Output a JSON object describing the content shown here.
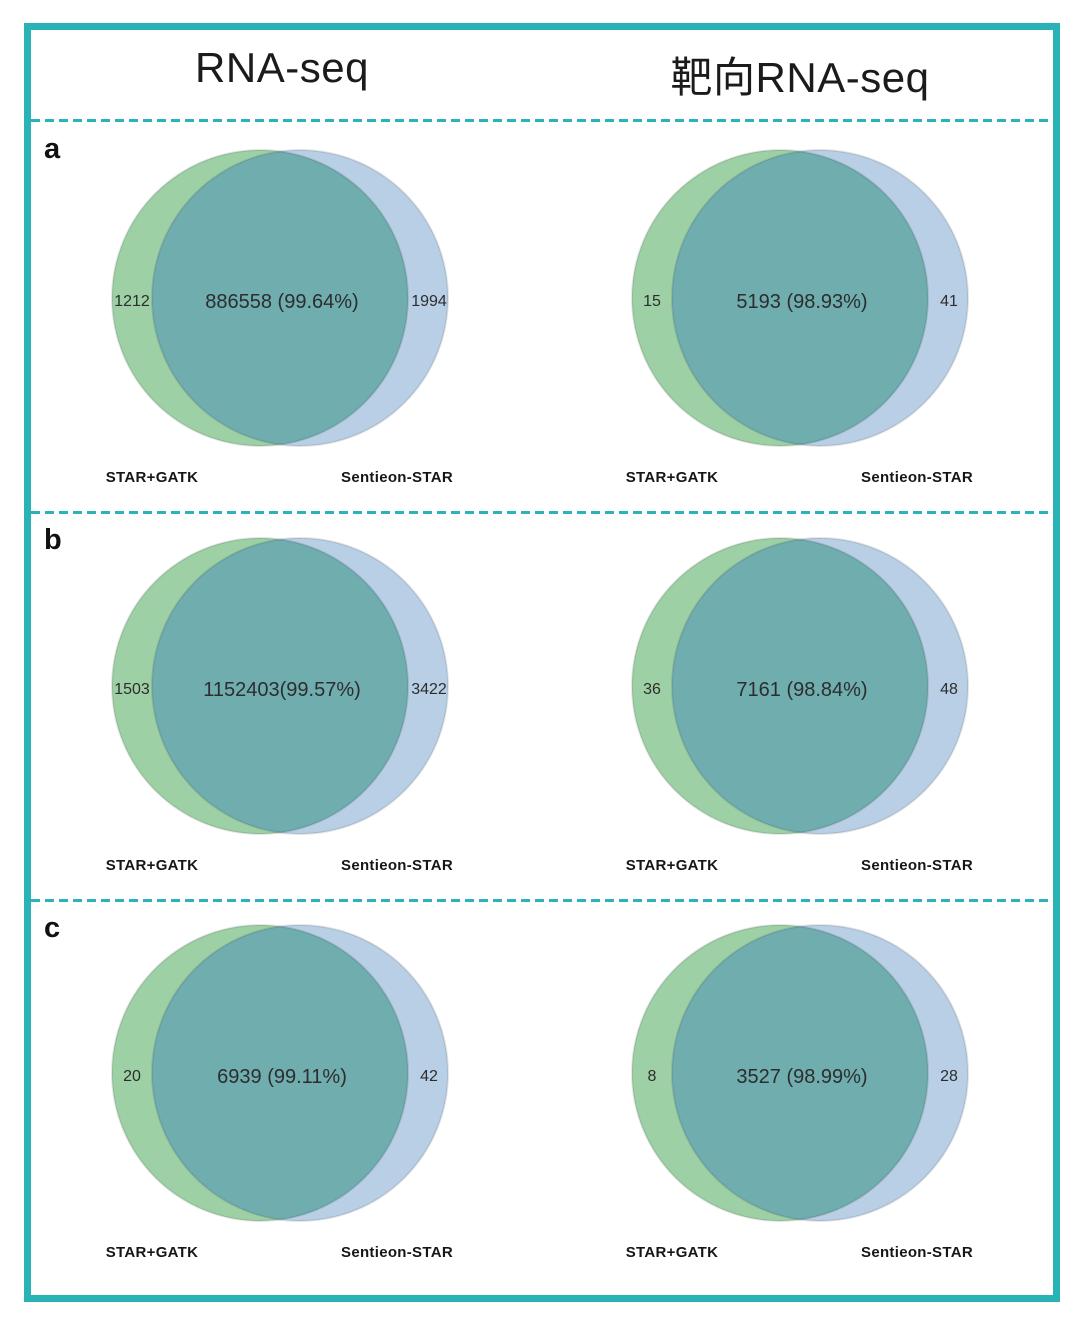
{
  "figure": {
    "header": {
      "left": "RNA-seq",
      "right": "靶向RNA-seq"
    },
    "set_labels": {
      "left": "STAR+GATK",
      "right": "Sentieon-STAR"
    },
    "colors": {
      "border": "#2ab3b7",
      "dashed_line": "#2ab3bb",
      "set_left_fill": "#9dd0a5",
      "set_right_fill": "#b9cfe5",
      "overlap_fill": "#6fadaf",
      "text": "#2d2d2d"
    },
    "rows": [
      {
        "label": "a",
        "panels": [
          {
            "column": "RNA-seq",
            "left_only": "1212",
            "overlap": "886558 (99.64%)",
            "right_only": "1994"
          },
          {
            "column": "靶向RNA-seq",
            "left_only": "15",
            "overlap": "5193 (98.93%)",
            "right_only": "41"
          }
        ]
      },
      {
        "label": "b",
        "panels": [
          {
            "column": "RNA-seq",
            "left_only": "1503",
            "overlap": "1152403(99.57%)",
            "right_only": "3422"
          },
          {
            "column": "靶向RNA-seq",
            "left_only": "36",
            "overlap": "7161 (98.84%)",
            "right_only": "48"
          }
        ]
      },
      {
        "label": "c",
        "panels": [
          {
            "column": "RNA-seq",
            "left_only": "20",
            "overlap": "6939 (99.11%)",
            "right_only": "42"
          },
          {
            "column": "靶向RNA-seq",
            "left_only": "8",
            "overlap": "3527 (98.99%)",
            "right_only": "28"
          }
        ]
      }
    ]
  }
}
